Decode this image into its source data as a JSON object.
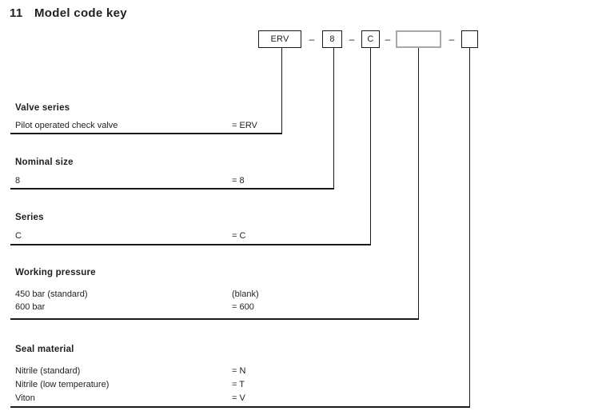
{
  "title": {
    "number": "11",
    "text": "Model code key"
  },
  "code_row": {
    "separator": "–",
    "boxes": [
      {
        "name": "valve-series",
        "label": "ERV"
      },
      {
        "name": "nominal-size",
        "label": "8"
      },
      {
        "name": "series",
        "label": "C"
      },
      {
        "name": "working-pressure",
        "label": ""
      },
      {
        "name": "seal-material",
        "label": ""
      }
    ]
  },
  "sections": [
    {
      "heading": "Valve series",
      "rows": [
        {
          "label": "Pilot operated check valve",
          "value": "= ERV"
        }
      ]
    },
    {
      "heading": "Nominal size",
      "rows": [
        {
          "label": "8",
          "value": "= 8"
        }
      ]
    },
    {
      "heading": "Series",
      "rows": [
        {
          "label": "C",
          "value": "= C"
        }
      ]
    },
    {
      "heading": "Working pressure",
      "rows": [
        {
          "label": "450 bar (standard)",
          "value": "(blank)"
        },
        {
          "label": "600 bar",
          "value": "= 600"
        }
      ]
    },
    {
      "heading": "Seal material",
      "rows": [
        {
          "label": "Nitrile (standard)",
          "value": "= N"
        },
        {
          "label": "Nitrile (low temperature)",
          "value": "= T"
        },
        {
          "label": "Viton",
          "value": "= V"
        }
      ]
    }
  ],
  "colors": {
    "background": "#ffffff",
    "text": "#1f1f1f",
    "line": "#1a1a1a",
    "blank_box_border": "#a8a8a8"
  }
}
